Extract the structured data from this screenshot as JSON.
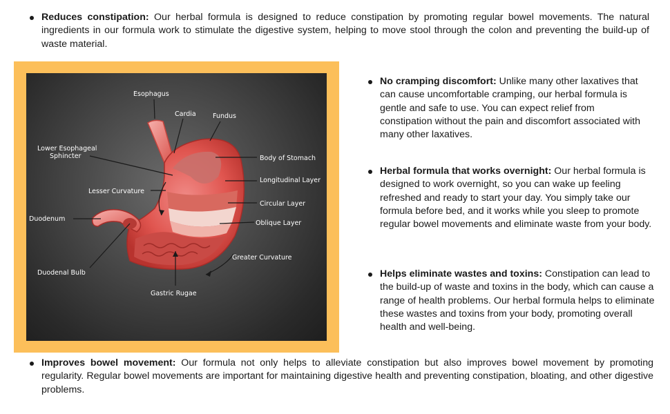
{
  "bullets": {
    "reduces_constipation": {
      "title": "Reduces constipation:",
      "text": " Our herbal formula is designed to reduce constipation by promoting regular bowel movements. The natural ingredients in our formula work to stimulate the digestive system, helping to move stool through the colon and preventing the build-up of waste material."
    },
    "no_cramping": {
      "title": "No cramping discomfort:",
      "text": " Unlike many other laxatives that can cause uncomfortable cramping, our herbal formula is gentle and safe to use. You can expect relief from constipation without the pain and discomfort associated with many other laxatives."
    },
    "overnight": {
      "title": "Herbal formula that works overnight:",
      "text": " Our herbal formula is designed to work overnight, so you can wake up feeling refreshed and ready to start your day. You simply take our formula before bed, and it works while you sleep to promote regular bowel movements and eliminate waste from your body."
    },
    "eliminate_wastes": {
      "title": "Helps eliminate wastes and toxins:",
      "text": " Constipation can lead to the build-up of waste and toxins in the body, which can cause a range of health problems. Our herbal formula helps to eliminate these wastes and toxins from your body, promoting overall health and well-being."
    },
    "improves_bowel": {
      "title": "Improves bowel movement:",
      "text": " Our formula not only helps to alleviate constipation but also improves bowel movement by promoting regularity. Regular bowel movements are important for maintaining digestive health and preventing constipation, bloating, and other digestive problems."
    }
  },
  "diagram": {
    "frame_color": "#fcbf5a",
    "labels": {
      "esophagus": "Esophagus",
      "cardia": "Cardia",
      "fundus": "Fundus",
      "les_line1": "Lower Esophageal",
      "les_line2": "Sphincter",
      "body_of_stomach": "Body of Stomach",
      "lesser_curvature": "Lesser Curvature",
      "longitudinal_layer": "Longitudinal Layer",
      "circular_layer": "Circular Layer",
      "duodenum": "Duodenum",
      "oblique_layer": "Oblique Layer",
      "greater_curvature": "Greater Curvature",
      "duodenal_bulb": "Duodenal Bulb",
      "gastric_rugae": "Gastric Rugae"
    }
  }
}
